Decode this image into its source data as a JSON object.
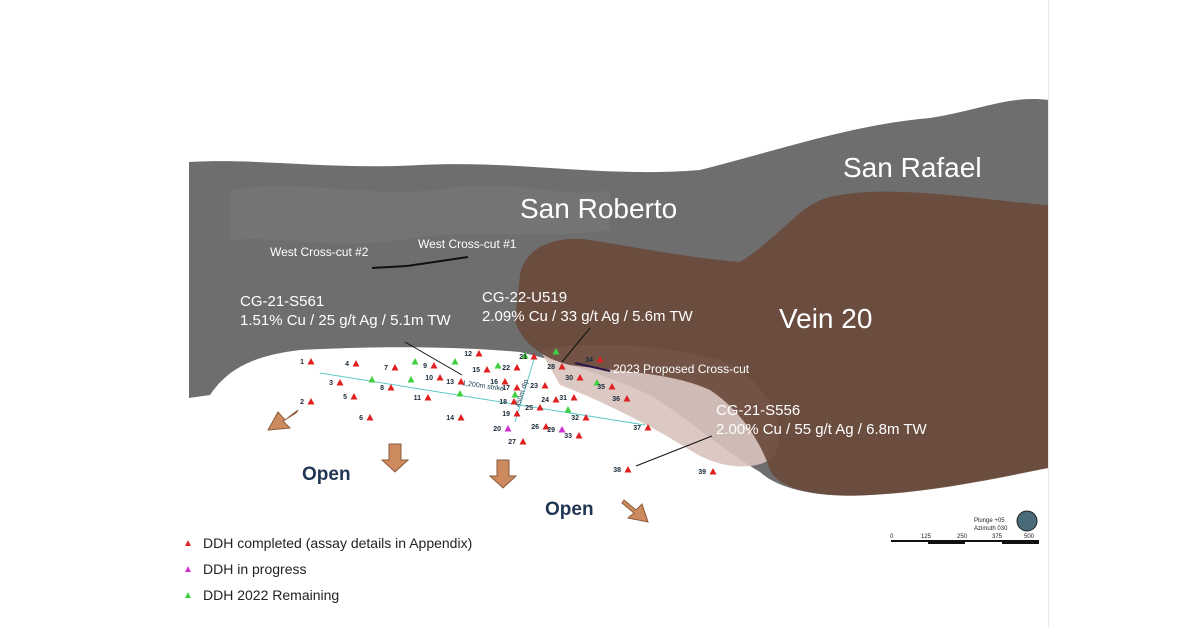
{
  "zones": {
    "san_rafael": "San Rafael",
    "san_roberto": "San Roberto",
    "vein_20": "Vein 20"
  },
  "crosscuts": {
    "west_2": "West Cross-cut #2",
    "west_1": "West Cross-cut #1",
    "proposed": "2023 Proposed Cross-cut"
  },
  "annotations": {
    "s561_id": "CG-21-S561",
    "s561_val": "1.51% Cu / 25 g/t Ag / 5.1m TW",
    "u519_id": "CG-22-U519",
    "u519_val": "2.09% Cu / 33 g/t Ag / 5.6m TW",
    "s556_id": "CG-21-S556",
    "s556_val": "2.00% Cu / 55 g/t Ag / 6.8m TW"
  },
  "dimensions": {
    "strike": "1,200m strike",
    "dip": "450m dip"
  },
  "open_labels": [
    "Open",
    "Open"
  ],
  "legend": [
    {
      "label": "DDH completed (assay details in Appendix)",
      "color": "#e02020"
    },
    {
      "label": "DDH in progress",
      "color": "#d030d0"
    },
    {
      "label": "DDH 2022 Remaining",
      "color": "#3fd03f"
    }
  ],
  "scale_bar": {
    "plunge": "Plunge +05",
    "azimuth": "Azimuth 030",
    "ticks": [
      "0",
      "125",
      "250",
      "375",
      "500"
    ]
  },
  "colors": {
    "host_gray": "#6e6e6e",
    "vein_brown": "#6a4a3c",
    "halo_pink": "#d9c3bc",
    "completed": "#e02020",
    "in_progress": "#d030d0",
    "remaining": "#3fd03f",
    "arrow": "#cd8a5e",
    "dimension_line": "#5fc9c9"
  },
  "drillholes": [
    {
      "n": "1",
      "s": "c"
    },
    {
      "n": "2",
      "s": "c"
    },
    {
      "n": "3",
      "s": "c"
    },
    {
      "n": "4",
      "s": "c"
    },
    {
      "n": "5",
      "s": "c"
    },
    {
      "n": "6",
      "s": "c"
    },
    {
      "n": "7",
      "s": "c"
    },
    {
      "n": "8",
      "s": "c"
    },
    {
      "n": "9",
      "s": "c"
    },
    {
      "n": "10",
      "s": "c"
    },
    {
      "n": "11",
      "s": "c"
    },
    {
      "n": "12",
      "s": "c"
    },
    {
      "n": "13",
      "s": "c"
    },
    {
      "n": "14",
      "s": "c"
    },
    {
      "n": "15",
      "s": "c"
    },
    {
      "n": "16",
      "s": "c"
    },
    {
      "n": "17",
      "s": "c"
    },
    {
      "n": "18",
      "s": "c"
    },
    {
      "n": "19",
      "s": "c"
    },
    {
      "n": "20",
      "s": "p"
    },
    {
      "n": "21",
      "s": "c"
    },
    {
      "n": "22",
      "s": "c"
    },
    {
      "n": "23",
      "s": "c"
    },
    {
      "n": "24",
      "s": "c"
    },
    {
      "n": "25",
      "s": "c"
    },
    {
      "n": "26",
      "s": "c"
    },
    {
      "n": "27",
      "s": "c"
    },
    {
      "n": "28",
      "s": "c"
    },
    {
      "n": "29",
      "s": "p"
    },
    {
      "n": "30",
      "s": "c"
    },
    {
      "n": "31",
      "s": "c"
    },
    {
      "n": "32",
      "s": "c"
    },
    {
      "n": "33",
      "s": "c"
    },
    {
      "n": "34",
      "s": "c"
    },
    {
      "n": "35",
      "s": "c"
    },
    {
      "n": "36",
      "s": "c"
    },
    {
      "n": "37",
      "s": "c"
    },
    {
      "n": "38",
      "s": "c"
    },
    {
      "n": "39",
      "s": "c"
    }
  ]
}
